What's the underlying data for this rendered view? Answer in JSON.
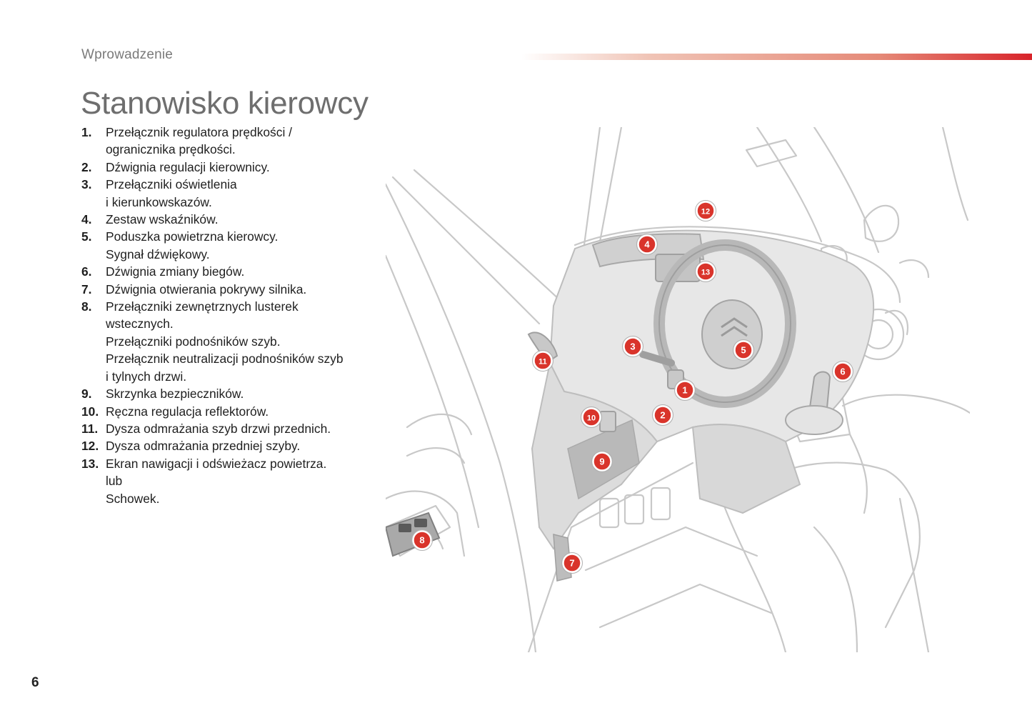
{
  "header": {
    "section": "Wprowadzenie"
  },
  "title": "Stanowisko kierowcy",
  "legend": [
    {
      "num": "1.",
      "lines": [
        "Przełącznik regulatora prędkości /",
        "ogranicznika prędkości."
      ]
    },
    {
      "num": "2.",
      "lines": [
        "Dźwignia regulacji kierownicy."
      ]
    },
    {
      "num": "3.",
      "lines": [
        "Przełączniki oświetlenia",
        "i kierunkowskazów."
      ]
    },
    {
      "num": "4.",
      "lines": [
        "Zestaw wskaźników."
      ]
    },
    {
      "num": "5.",
      "lines": [
        "Poduszka powietrzna kierowcy.",
        "Sygnał dźwiękowy."
      ]
    },
    {
      "num": "6.",
      "lines": [
        "Dźwignia zmiany biegów."
      ]
    },
    {
      "num": "7.",
      "lines": [
        "Dźwignia otwierania pokrywy silnika."
      ]
    },
    {
      "num": "8.",
      "lines": [
        "Przełączniki zewnętrznych lusterek",
        "wstecznych.",
        "Przełączniki podnośników szyb.",
        "Przełącznik neutralizacji podnośników szyb",
        "i tylnych drzwi."
      ]
    },
    {
      "num": "9.",
      "lines": [
        "Skrzynka bezpieczników."
      ]
    },
    {
      "num": "10.",
      "lines": [
        "Ręczna regulacja reflektorów."
      ]
    },
    {
      "num": "11.",
      "lines": [
        "Dysza odmrażania szyb drzwi przednich."
      ]
    },
    {
      "num": "12.",
      "lines": [
        "Dysza odmrażania przedniej szyby."
      ]
    },
    {
      "num": "13.",
      "lines": [
        "Ekran nawigacji i odświeżacz powietrza.",
        "lub",
        "Schowek."
      ]
    }
  ],
  "markers": [
    "1",
    "2",
    "3",
    "4",
    "5",
    "6",
    "7",
    "8",
    "9",
    "10",
    "11",
    "12",
    "13"
  ],
  "page_number": "6",
  "colors": {
    "accent": "#d8232a",
    "marker_fill": "#d9342b",
    "line_art": "#c4c4c4",
    "fill_gray": "#b8b8b8"
  }
}
